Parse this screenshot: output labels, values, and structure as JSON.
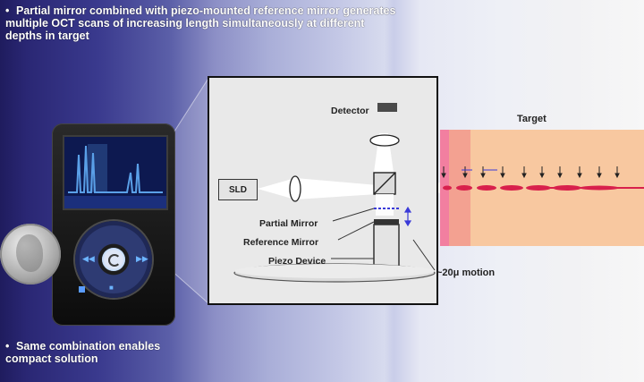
{
  "bullets": {
    "top": "Partial mirror combined with piezo-mounted reference mirror generates multiple OCT scans of increasing length simultaneously at different depths in target",
    "bottom": "Same combination enables compact solution"
  },
  "diagram": {
    "detector_label": "Detector",
    "sld_label": "SLD",
    "partial_mirror_label": "Partial Mirror",
    "reference_mirror_label": "Reference Mirror",
    "piezo_label": "Piezo Device",
    "target_label": "Target",
    "motion_label": "~20μ motion"
  },
  "icons": {
    "bullet": "bullet-icon",
    "device": "handheld-device-icon",
    "coin": "quarter-coin-icon"
  },
  "colors": {
    "beam": "#ffffff",
    "target_tissue": "#f8c8a0",
    "target_edge": "#f07090",
    "scan_marks": "#d8204c",
    "screen_signal": "#5aa0e8"
  }
}
